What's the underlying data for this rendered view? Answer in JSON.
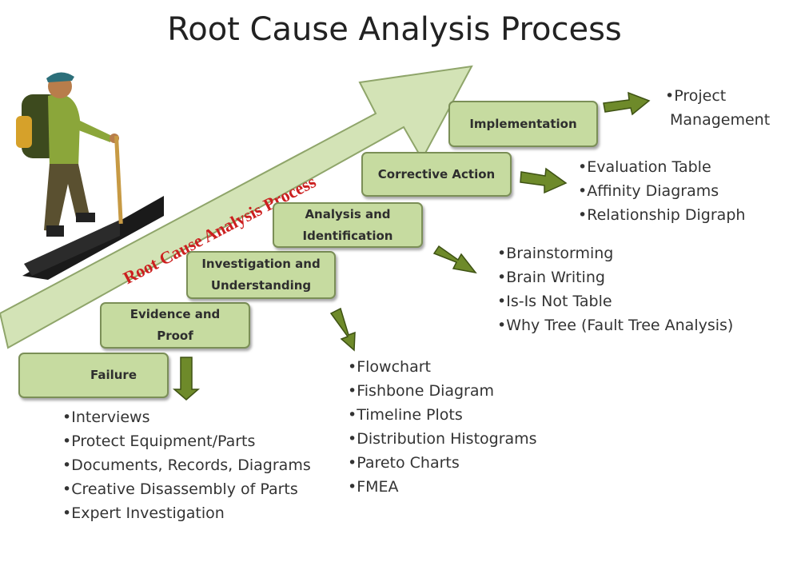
{
  "title": "Root Cause Analysis Process",
  "arrow_label": "Root Cause Analysis Process",
  "steps": [
    {
      "label": "Failure"
    },
    {
      "label": "Evidence and\nProof"
    },
    {
      "label": "Investigation and\nUnderstanding"
    },
    {
      "label": "Analysis  and\nIdentification"
    },
    {
      "label": "Corrective Action"
    },
    {
      "label": "Implementation"
    }
  ],
  "lists": {
    "failure": [
      "Interviews",
      "Protect Equipment/Parts",
      "Documents, Records, Diagrams",
      "Creative Disassembly of Parts",
      "Expert Investigation"
    ],
    "investigation": [
      "Flowchart",
      "Fishbone Diagram",
      "Timeline Plots",
      "Distribution Histograms",
      "Pareto Charts",
      "FMEA"
    ],
    "analysis": [
      "Brainstorming",
      "Brain Writing",
      "Is-Is Not Table",
      "Why Tree (Fault Tree Analysis)"
    ],
    "corrective": [
      "Evaluation Table",
      "Affinity Diagrams",
      "Relationship Digraph"
    ],
    "implementation": [
      "Project",
      "Management"
    ]
  },
  "colors": {
    "box_fill": "#c6dba0",
    "box_border": "#7b8f57",
    "arrow_fill": "#d3e3b6",
    "arrow_label": "#cc1f1f",
    "block_arrow": "#6e8a2a",
    "burst": "#e01e1e"
  },
  "icons": {
    "hiker": "hiker-illustration",
    "burst": "starburst-icon"
  }
}
